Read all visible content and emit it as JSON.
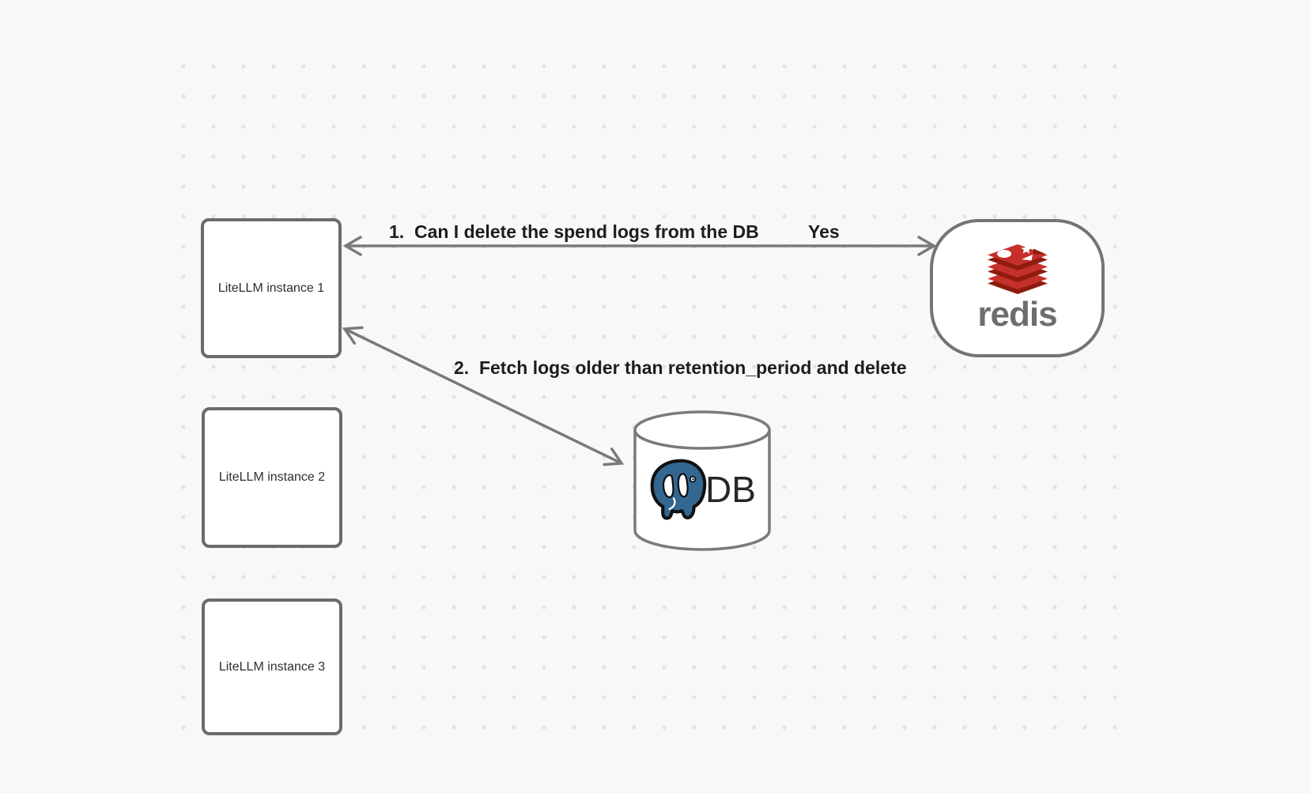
{
  "canvas": {
    "background_color": "#f8f8f8",
    "dot_color": "#e3e3e3"
  },
  "nodes": {
    "instance1": {
      "label": "LiteLLM instance 1"
    },
    "instance2": {
      "label": "LiteLLM instance 2"
    },
    "instance3": {
      "label": "LiteLLM instance 3"
    },
    "redis": {
      "label": "redis",
      "brand_red": "#C6302B",
      "brand_dark_red": "#8E1B0E",
      "wordmark_color": "#6d6d6d"
    },
    "db": {
      "label": "DB",
      "postgres_blue": "#336791"
    }
  },
  "arrows": {
    "arrow1": {
      "question": "1.  Can I delete the spend logs from the DB",
      "answer": "Yes",
      "from": "LiteLLM instance 1",
      "to": "redis",
      "style": "double-headed"
    },
    "arrow2": {
      "label": "2.  Fetch logs older than retention_period and delete",
      "from": "LiteLLM instance 1",
      "to": "DB",
      "style": "double-headed"
    }
  },
  "stroke_colors": {
    "box_border": "#6b6b6b",
    "arrow": "#7a7a7a"
  }
}
